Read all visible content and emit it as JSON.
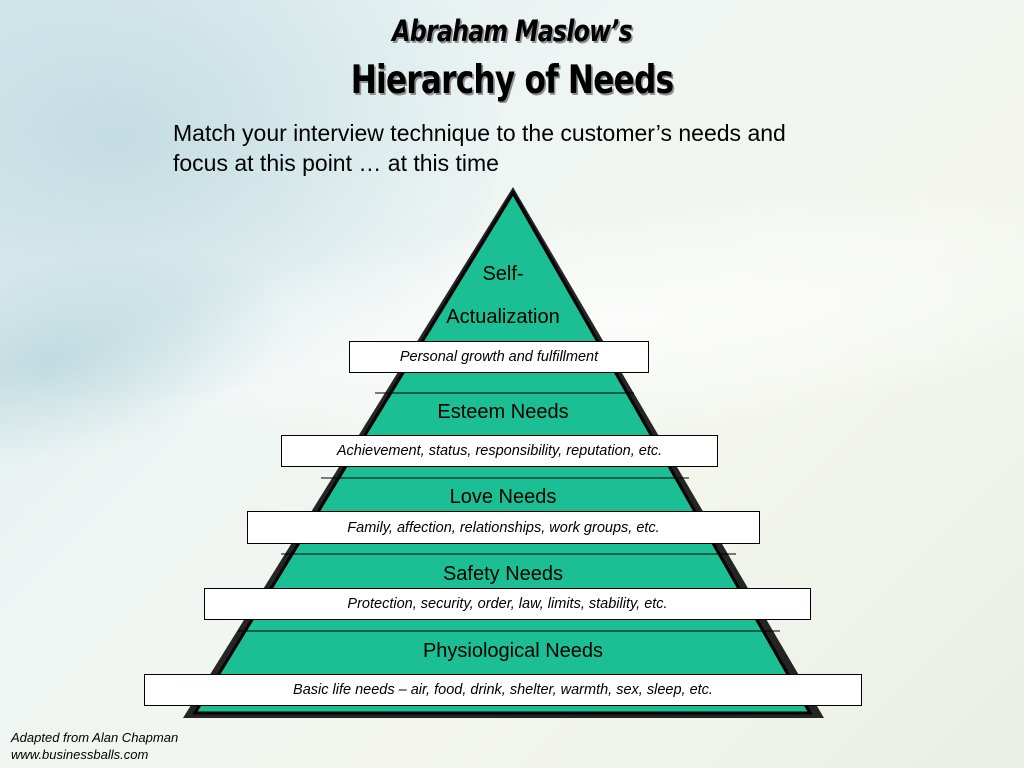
{
  "title": {
    "line1": "Abraham Maslow’s",
    "line2": "Hierarchy of Needs"
  },
  "subtitle": {
    "line1": "Match your interview technique to the customer’s needs and",
    "line2": "focus at this point … at this time"
  },
  "pyramid": {
    "fill_color": "#1bbf93",
    "outline_color": "#000000",
    "levels": [
      {
        "label_line1": "Self-",
        "label_line2": "Actualization",
        "description": "Personal growth and fulfillment"
      },
      {
        "label": "Esteem Needs",
        "description": "Achievement, status, responsibility, reputation, etc."
      },
      {
        "label": "Love Needs",
        "description": "Family, affection, relationships, work groups, etc."
      },
      {
        "label": "Safety Needs",
        "description": "Protection, security, order, law, limits, stability, etc."
      },
      {
        "label": "Physiological Needs",
        "description": "Basic life needs – air, food, drink, shelter, warmth, sex, sleep, etc."
      }
    ]
  },
  "credit": {
    "line1": "Adapted from Alan Chapman",
    "line2": "www.businessballs.com"
  }
}
